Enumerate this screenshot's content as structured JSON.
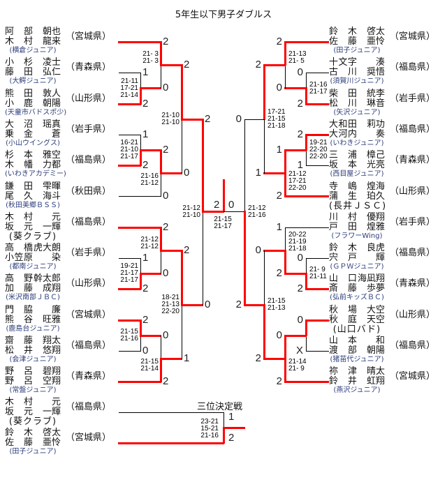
{
  "title": "5年生以下男子ダブルス",
  "left_teams": [
    {
      "players": [
        [
          "阿部",
          "朝也"
        ],
        [
          "木村",
          "龍来"
        ]
      ],
      "club": "(横倉ジュニア)",
      "pref": "（宮城県）"
    },
    {
      "players": [
        [
          "小杉",
          "凌士"
        ],
        [
          "藤田",
          "弘仁"
        ]
      ],
      "club": "(大鰐ジュニア)",
      "pref": "（青森県）"
    },
    {
      "players": [
        [
          "熊田",
          "敦人"
        ],
        [
          "小鹿",
          "朝陽"
        ]
      ],
      "club": "(天童市バドスポ少)",
      "pref": "（山形県）"
    },
    {
      "players": [
        [
          "大沼",
          "瑶真"
        ],
        [
          "乗金",
          "蒼"
        ]
      ],
      "club": "(小山ウイングス)",
      "pref": "（岩手県）"
    },
    {
      "players": [
        [
          "杉本",
          "雅空"
        ],
        [
          "木幡",
          "力都"
        ]
      ],
      "club": "(いわきアカデミー)",
      "pref": "（福島県）"
    },
    {
      "players": [
        [
          "鎌田",
          "雫暉"
        ],
        [
          "尾久",
          "海斗"
        ]
      ],
      "club": "(秋田美郷ＢＳＳ)",
      "pref": "（秋田県）"
    },
    {
      "players": [
        [
          "木村",
          "元"
        ],
        [
          "坂元",
          "一輝"
        ]
      ],
      "club": "(葵クラブ)",
      "pref": "（福島県）"
    },
    {
      "players": [
        [
          "高橋",
          "虎大朗"
        ],
        [
          "小笠原",
          "染"
        ]
      ],
      "club": "(都南ジュニア)",
      "pref": "（岩手県）"
    },
    {
      "players": [
        [
          "高野",
          "幹太郎"
        ],
        [
          "加藤",
          "成翔"
        ]
      ],
      "club": "(米沢南部ＪＢＣ)",
      "pref": "（山形県）"
    },
    {
      "players": [
        [
          "門脇",
          "廉"
        ],
        [
          "熊谷",
          "旺雅"
        ]
      ],
      "club": "(鹿島台ジュニア)",
      "pref": "（宮城県）"
    },
    {
      "players": [
        [
          "齋藤",
          "翔太"
        ],
        [
          "松井",
          "悠翔"
        ]
      ],
      "club": "(会津ジュニア)",
      "pref": "（福島県）"
    },
    {
      "players": [
        [
          "野呂",
          "碧翔"
        ],
        [
          "野呂",
          "空翔"
        ]
      ],
      "club": "(常盤ジュニア)",
      "pref": "（青森県）"
    }
  ],
  "right_teams": [
    {
      "players": [
        [
          "鈴木",
          "啓太"
        ],
        [
          "佐藤",
          "亜怜"
        ]
      ],
      "club": "(田子ジュニア)",
      "pref": "（宮城県）"
    },
    {
      "players": [
        [
          "十文字",
          "湊"
        ],
        [
          "古川",
          "奨悟"
        ]
      ],
      "club": "(須賀川ジュニア)",
      "pref": "（福島県）"
    },
    {
      "players": [
        [
          "柴田",
          "統李"
        ],
        [
          "松川",
          "琳音"
        ]
      ],
      "club": "(矢沢ジュニア)",
      "pref": "（岩手県）"
    },
    {
      "players": [
        [
          "大和田",
          "莉功"
        ],
        [
          "大河内",
          "奏"
        ]
      ],
      "club": "(いわきジュニア)",
      "pref": "（福島県）"
    },
    {
      "players": [
        [
          "三浦",
          "樟己"
        ],
        [
          "坂本",
          "光亮"
        ]
      ],
      "club": "(西目屋ジュニア)",
      "pref": "（青森県）"
    },
    {
      "players": [
        [
          "寺嶋",
          "煌海"
        ],
        [
          "蒲生",
          "珀久"
        ]
      ],
      "club": "(長井ＪＳＣ)",
      "pref": "（山形県）"
    },
    {
      "players": [
        [
          "川村",
          "優翔"
        ],
        [
          "戸田",
          "煌雅"
        ]
      ],
      "club": "(フラワーWing)",
      "pref": "（岩手県）"
    },
    {
      "players": [
        [
          "鈴木",
          "良虎"
        ],
        [
          "宍戸",
          "輝"
        ]
      ],
      "club": "(ＧＰＷジュニア)",
      "pref": "（福島県）"
    },
    {
      "players": [
        [
          "山口",
          "海凪翔"
        ],
        [
          "斎藤",
          "歩夢"
        ]
      ],
      "club": "(弘前キッズＢＣ)",
      "pref": "（青森県）"
    },
    {
      "players": [
        [
          "秋場",
          "大空"
        ],
        [
          "秋庭",
          "天空"
        ]
      ],
      "club": "(山口バド)",
      "pref": "（山形県）"
    },
    {
      "players": [
        [
          "山本",
          "和"
        ],
        [
          "渡部",
          "朝陽"
        ]
      ],
      "club": "(猪苗代ジュニア)",
      "pref": "（福島県）"
    },
    {
      "players": [
        [
          "祢津",
          "晴太"
        ],
        [
          "鈴井",
          "虹翔"
        ]
      ],
      "club": "(燕沢ジュニア)",
      "pref": "（宮城県）"
    }
  ],
  "matches": [
    {
      "games": [
        "21-11",
        "17-21",
        "21-14"
      ],
      "results": [
        "1",
        "2"
      ]
    },
    {
      "games": [
        "21- 3",
        "21- 3"
      ],
      "results": [
        "2",
        "0"
      ]
    },
    {
      "games": [
        "16-21",
        "21-10",
        "21-17"
      ],
      "results": [
        "1",
        "2"
      ]
    },
    {
      "games": [
        "21-16",
        "21-12"
      ],
      "results": [
        "2",
        "0"
      ]
    },
    {
      "games": [
        "21-10",
        "21-10"
      ],
      "results": [
        "2",
        "0"
      ]
    },
    {
      "games": [
        "19-21",
        "21-17",
        "21-17"
      ],
      "results": [
        "1",
        "2"
      ]
    },
    {
      "games": [
        "21-12",
        "21-12"
      ],
      "results": [
        "2",
        "0"
      ]
    },
    {
      "games": [
        "21-15",
        "21-16"
      ],
      "results": [
        "2",
        "0"
      ]
    },
    {
      "games": [
        "21-15",
        "21-14"
      ],
      "results": [
        "0",
        "2"
      ]
    },
    {
      "games": [
        "18-21",
        "21-13",
        "22-20"
      ],
      "results": [
        "2",
        "1"
      ]
    },
    {
      "games": [
        "21-12",
        "21-10"
      ],
      "results": [
        "2",
        "0"
      ]
    },
    {
      "games": [
        "21-16",
        "21-17"
      ],
      "results": [
        "0",
        "2"
      ]
    },
    {
      "games": [
        "21-13",
        "21- 5"
      ],
      "results": [
        "2",
        "0"
      ]
    },
    {
      "games": [
        "19-21",
        "22-20",
        "22-20"
      ],
      "results": [
        "2",
        "1"
      ]
    },
    {
      "games": [
        "21-12",
        "17-21",
        "22-20"
      ],
      "results": [
        "1",
        "2"
      ]
    },
    {
      "games": [
        "17-21",
        "21-15",
        "21-18"
      ],
      "results": [
        "2",
        "1"
      ]
    },
    {
      "games": [
        "21- 9",
        "21-11"
      ],
      "results": [
        "0",
        "2"
      ]
    },
    {
      "games": [
        "20-22",
        "21-19",
        "21-18"
      ],
      "results": [
        "1",
        "2"
      ]
    },
    {
      "games": [],
      "results": [
        "0",
        "X"
      ]
    },
    {
      "games": [
        "21-14",
        "21- 9"
      ],
      "results": [
        "0",
        "2"
      ]
    },
    {
      "games": [
        "21-15",
        "21-13"
      ],
      "results": [
        "0",
        "2"
      ]
    },
    {
      "games": [
        "21-12",
        "21-16"
      ],
      "results": [
        "0",
        "2"
      ]
    }
  ],
  "final": {
    "games": [
      "21-15",
      "21-17"
    ],
    "results": [
      "2",
      "0"
    ]
  },
  "third_place": {
    "label": "三位決定戦",
    "teams": [
      {
        "players": [
          [
            "木村",
            "元"
          ],
          [
            "坂元",
            "一輝"
          ]
        ],
        "club": "(葵クラブ)",
        "pref": "（福島県）"
      },
      {
        "players": [
          [
            "鈴木",
            "啓太"
          ],
          [
            "佐藤",
            "亜怜"
          ]
        ],
        "club": "(田子ジュニア)",
        "pref": "（宮城県）"
      }
    ],
    "games": [
      "23-21",
      "15-21",
      "21-16"
    ],
    "results": [
      "1",
      "2"
    ]
  },
  "colors": {
    "winner_line": "#ff0000",
    "line": "#000000",
    "club_text": "#2a3b7a"
  }
}
